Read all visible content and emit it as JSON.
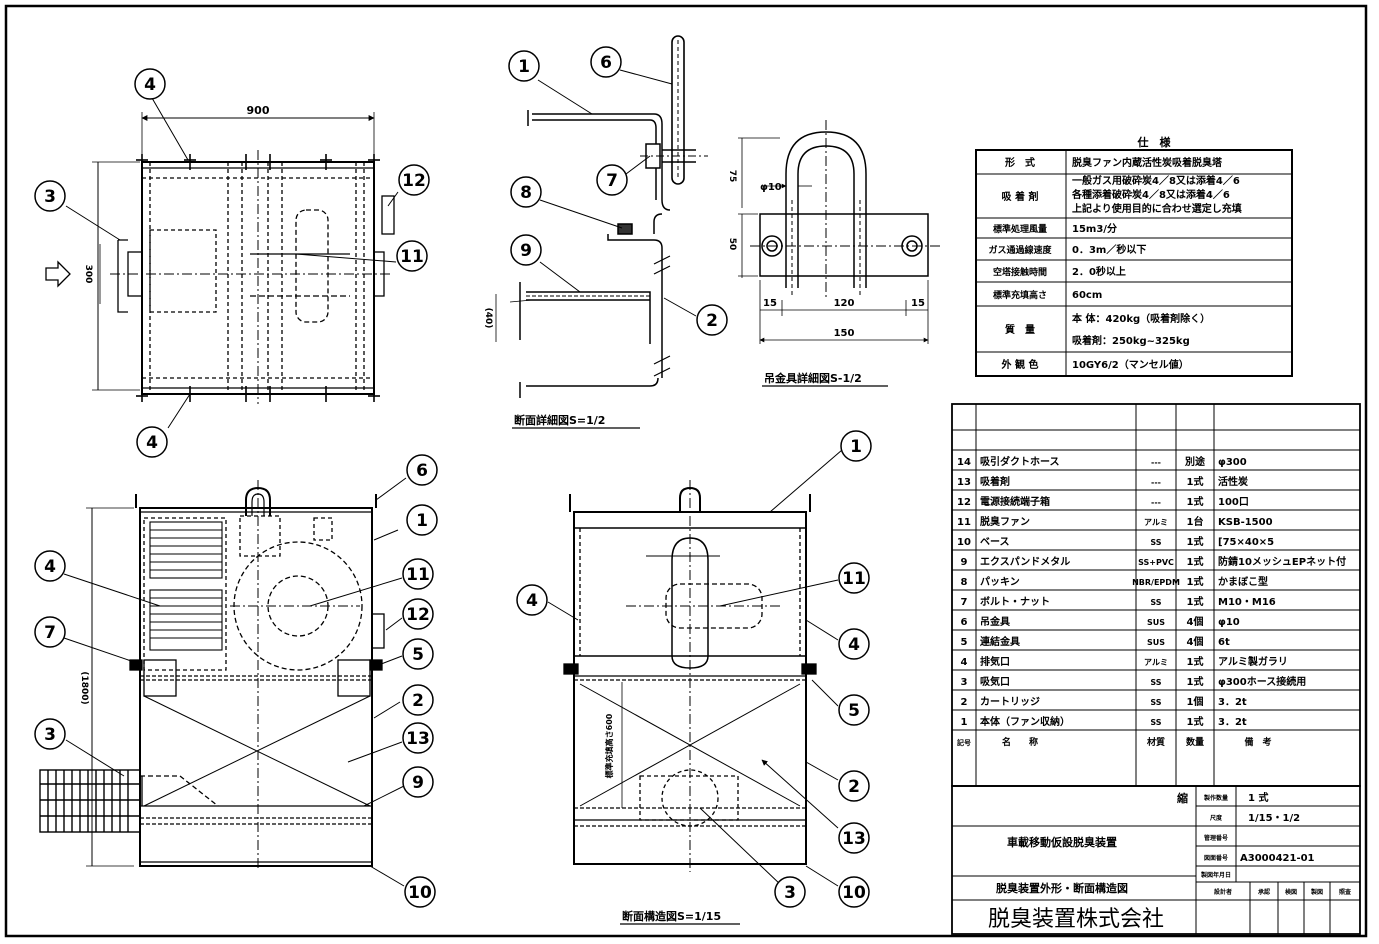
{
  "drawings": {
    "section_detail": {
      "label": "断面詳細図S=1/2"
    },
    "bracket_detail": {
      "label": "吊金具詳細図S-1/2"
    },
    "section_structure": {
      "label": "断面構造図S=1/15"
    }
  },
  "dims": {
    "w900": "900",
    "h300": "300",
    "h1800": "(1800)",
    "d40": "(40)",
    "u_top": "75",
    "u_mid": "50",
    "phi10": "φ10",
    "d15a": "15",
    "d120": "120",
    "d15b": "15",
    "d150": "150",
    "fill600": "標準充填高さ600"
  },
  "balloons": [
    "1",
    "2",
    "3",
    "4",
    "5",
    "6",
    "7",
    "8",
    "9",
    "10",
    "11",
    "12",
    "13"
  ],
  "spec": {
    "title": "仕　様",
    "rows": [
      {
        "label": "形　式",
        "lines": [
          "脱臭ファン内蔵活性炭吸着脱臭塔"
        ]
      },
      {
        "label": "吸 着 剤",
        "lines": [
          "一般ガス用破砕炭4／8又は添着4／6",
          "各種添着破砕炭4／8又は添着4／6",
          "上記より使用目的に合わせ選定し充填"
        ]
      },
      {
        "label": "標準処理風量",
        "lines": [
          "15m3/分"
        ]
      },
      {
        "label": "ガス通過線速度",
        "lines": [
          "0．3m／秒以下"
        ]
      },
      {
        "label": "空塔接触時間",
        "lines": [
          "2．0秒以上"
        ]
      },
      {
        "label": "標準充填高さ",
        "lines": [
          "60cm"
        ]
      },
      {
        "label": "質　量",
        "lines": [
          "本 体：420kg（吸着剤除く）",
          "吸着剤：250kg~325kg"
        ]
      },
      {
        "label": "外 観 色",
        "lines": [
          "10GY6/2（マンセル値）"
        ]
      }
    ]
  },
  "parts": {
    "rows": [
      {
        "no": "14",
        "name": "吸引ダクトホース",
        "mat": "---",
        "qty": "別途",
        "note": "φ300"
      },
      {
        "no": "13",
        "name": "吸着剤",
        "mat": "---",
        "qty": "1式",
        "note": "活性炭"
      },
      {
        "no": "12",
        "name": "電源接続端子箱",
        "mat": "---",
        "qty": "1式",
        "note": "100口"
      },
      {
        "no": "11",
        "name": "脱臭ファン",
        "mat": "アルミ",
        "qty": "1台",
        "note": "KSB-1500"
      },
      {
        "no": "10",
        "name": "ベース",
        "mat": "SS",
        "qty": "1式",
        "note": "[75×40×5"
      },
      {
        "no": "9",
        "name": "エクスパンドメタル",
        "mat": "SS+PVC",
        "qty": "1式",
        "note": "防錆10メッシュEPネット付"
      },
      {
        "no": "8",
        "name": "パッキン",
        "mat": "NBR/EPDM",
        "qty": "1式",
        "note": "かまぼこ型"
      },
      {
        "no": "7",
        "name": "ボルト・ナット",
        "mat": "SS",
        "qty": "1式",
        "note": "M10・M16"
      },
      {
        "no": "6",
        "name": "吊金具",
        "mat": "SUS",
        "qty": "4個",
        "note": "φ10"
      },
      {
        "no": "5",
        "name": "連結金具",
        "mat": "SUS",
        "qty": "4個",
        "note": "6t"
      },
      {
        "no": "4",
        "name": "排気口",
        "mat": "アルミ",
        "qty": "1式",
        "note": "アルミ製ガラリ"
      },
      {
        "no": "3",
        "name": "吸気口",
        "mat": "SS",
        "qty": "1式",
        "note": "φ300ホース接続用"
      },
      {
        "no": "2",
        "name": "カートリッジ",
        "mat": "SS",
        "qty": "1個",
        "note": "3．2t"
      },
      {
        "no": "1",
        "name": "本体（ファン収納）",
        "mat": "SS",
        "qty": "1式",
        "note": "3．2t"
      }
    ],
    "header": {
      "no": "記号",
      "name": "名　　称",
      "mat": "材質",
      "qty": "数量",
      "note": "備　考"
    }
  },
  "title_block": {
    "mark": "縮",
    "quantity_label": "製作数量",
    "quantity": "1 式",
    "scale_label": "尺度",
    "scale": "1/15・1/2",
    "mgmt_label": "管理番号",
    "drawing_no_label": "図面番号",
    "drawing_no": "A3000421-01",
    "date_label": "製図年月日",
    "product": "車載移動仮設脱臭装置",
    "drawing_title": "脱臭装置外形・断面構造図",
    "company": "脱臭装置株式会社",
    "sign_labels": [
      "設計者",
      "承認",
      "検図",
      "製図",
      "照査"
    ]
  }
}
